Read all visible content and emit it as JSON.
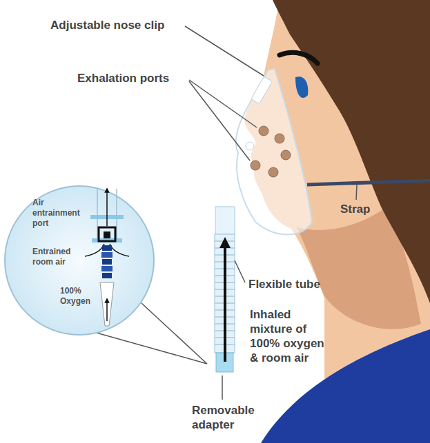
{
  "diagram": {
    "nodes": [
      {
        "text": [
          "Air entrainment port",
          "Entrained room air",
          "100% Oxygen"
        ]
      }
    ],
    "labels": [
      "Adjustable nose clip",
      "Exhalation ports",
      "Strap",
      "Flexible tube",
      "Inhaled mixture of 100% oxygen & room air",
      "Removable adapter"
    ]
  }
}
